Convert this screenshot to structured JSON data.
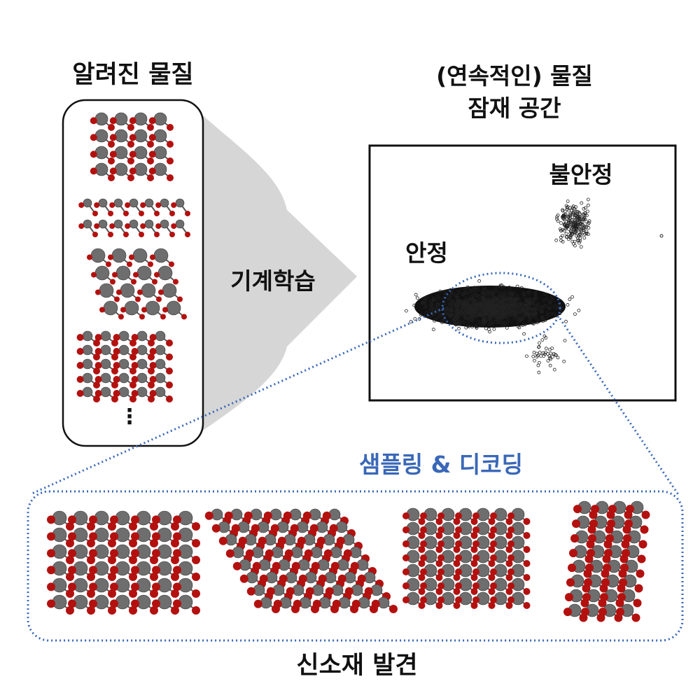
{
  "left_title": "알려진 물질",
  "right_title_line1": "(연속적인) 물질",
  "right_title_line2": "잠재 공간",
  "arrow_label": "기계학습",
  "unstable_label": "불안정",
  "stable_label": "안정",
  "sampling_label": "샘플링 & 디코딩",
  "bottom_label": "신소재 발견",
  "ellipsis": "⋮",
  "colors": {
    "accent_blue": "#3a68b8",
    "atom_metal": "#6e6e6e",
    "atom_oxygen": "#b3110f",
    "arrow_gray": "#d4d4d4"
  }
}
